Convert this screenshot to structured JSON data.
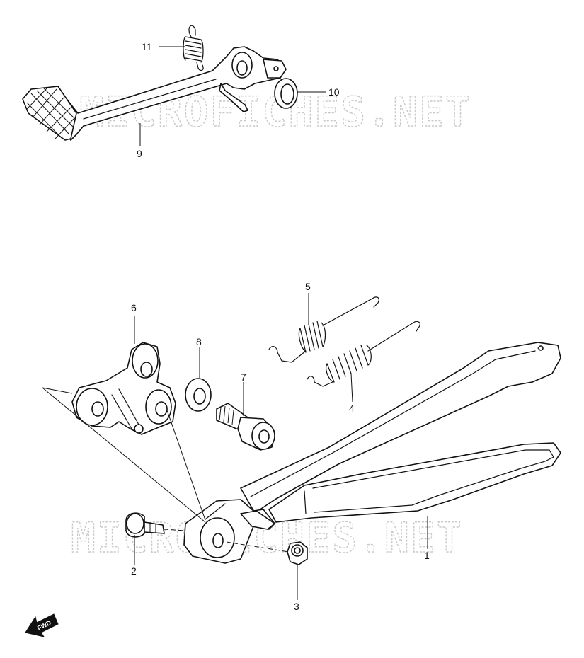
{
  "watermark": "MICROFICHES.NET",
  "fwd_label": "FWD",
  "callouts": [
    {
      "id": "1",
      "label": "1"
    },
    {
      "id": "2",
      "label": "2"
    },
    {
      "id": "3",
      "label": "3"
    },
    {
      "id": "4",
      "label": "4"
    },
    {
      "id": "5",
      "label": "5"
    },
    {
      "id": "6",
      "label": "6"
    },
    {
      "id": "7",
      "label": "7"
    },
    {
      "id": "8",
      "label": "8"
    },
    {
      "id": "9",
      "label": "9"
    },
    {
      "id": "10",
      "label": "10"
    },
    {
      "id": "11",
      "label": "11"
    }
  ]
}
